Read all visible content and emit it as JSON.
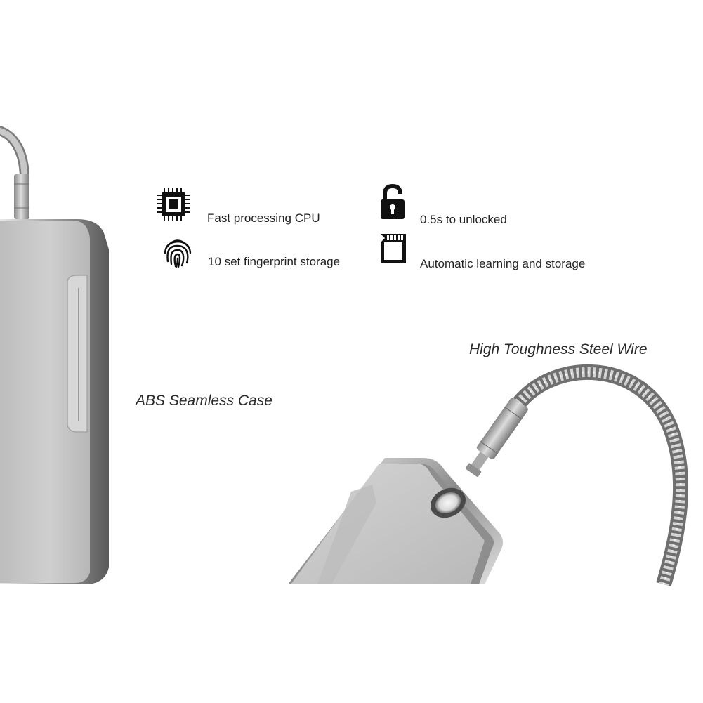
{
  "features": {
    "cpu_label": "Fast processing CPU",
    "unlock_label": "0.5s to unlocked",
    "fingerprint_label": "10 set fingerprint storage",
    "learning_label": "Automatic learning and storage"
  },
  "callouts": {
    "case_label": "ABS Seamless Case",
    "wire_label": "High Toughness Steel Wire"
  },
  "icons": [
    "cpu-chip-icon",
    "open-padlock-icon",
    "fingerprint-icon",
    "sd-card-icon"
  ],
  "colors": {
    "background": "#ffffff",
    "body_silver": "#c9c9c9",
    "text": "#222222",
    "icon": "#111111"
  }
}
